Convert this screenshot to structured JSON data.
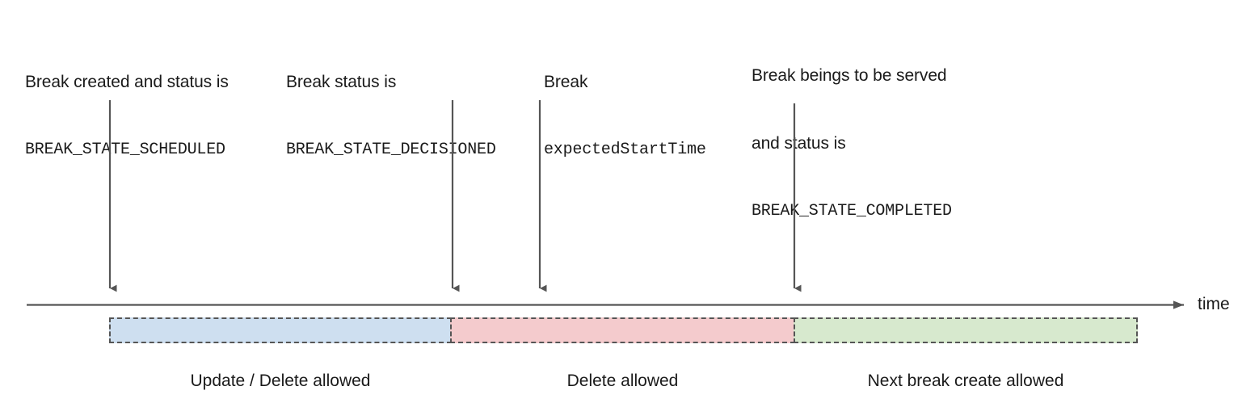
{
  "diagram": {
    "title": "Break lifecycle timeline",
    "axis": {
      "label": "time",
      "arrow_icon": "arrow-right-icon"
    },
    "colors": {
      "scheduled_fill": "#CEDFF0",
      "decisioned_fill": "#F4CBCD",
      "completed_fill": "#D7E9CE",
      "stroke": "#555555",
      "text": "#1a1a1a"
    },
    "annotations": [
      {
        "id": "scheduled",
        "line1": "Break created and status is",
        "line2": "BREAK_STATE_SCHEDULED",
        "arrow_icon": "arrow-down-icon"
      },
      {
        "id": "decisioned",
        "line1": "Break status is",
        "line2": "BREAK_STATE_DECISIONED",
        "arrow_icon": "arrow-down-icon"
      },
      {
        "id": "expected-start-time",
        "line1": "Break",
        "line2": "expectedStartTime",
        "arrow_icon": "arrow-down-icon"
      },
      {
        "id": "completed",
        "line1": "Break beings to be served",
        "line2": "and status is",
        "line3": "BREAK_STATE_COMPLETED",
        "arrow_icon": "arrow-down-icon"
      }
    ],
    "phases": [
      {
        "id": "update-delete",
        "caption": "Update / Delete allowed"
      },
      {
        "id": "delete",
        "caption": "Delete allowed"
      },
      {
        "id": "next-break-create",
        "caption": "Next break create allowed"
      }
    ]
  }
}
